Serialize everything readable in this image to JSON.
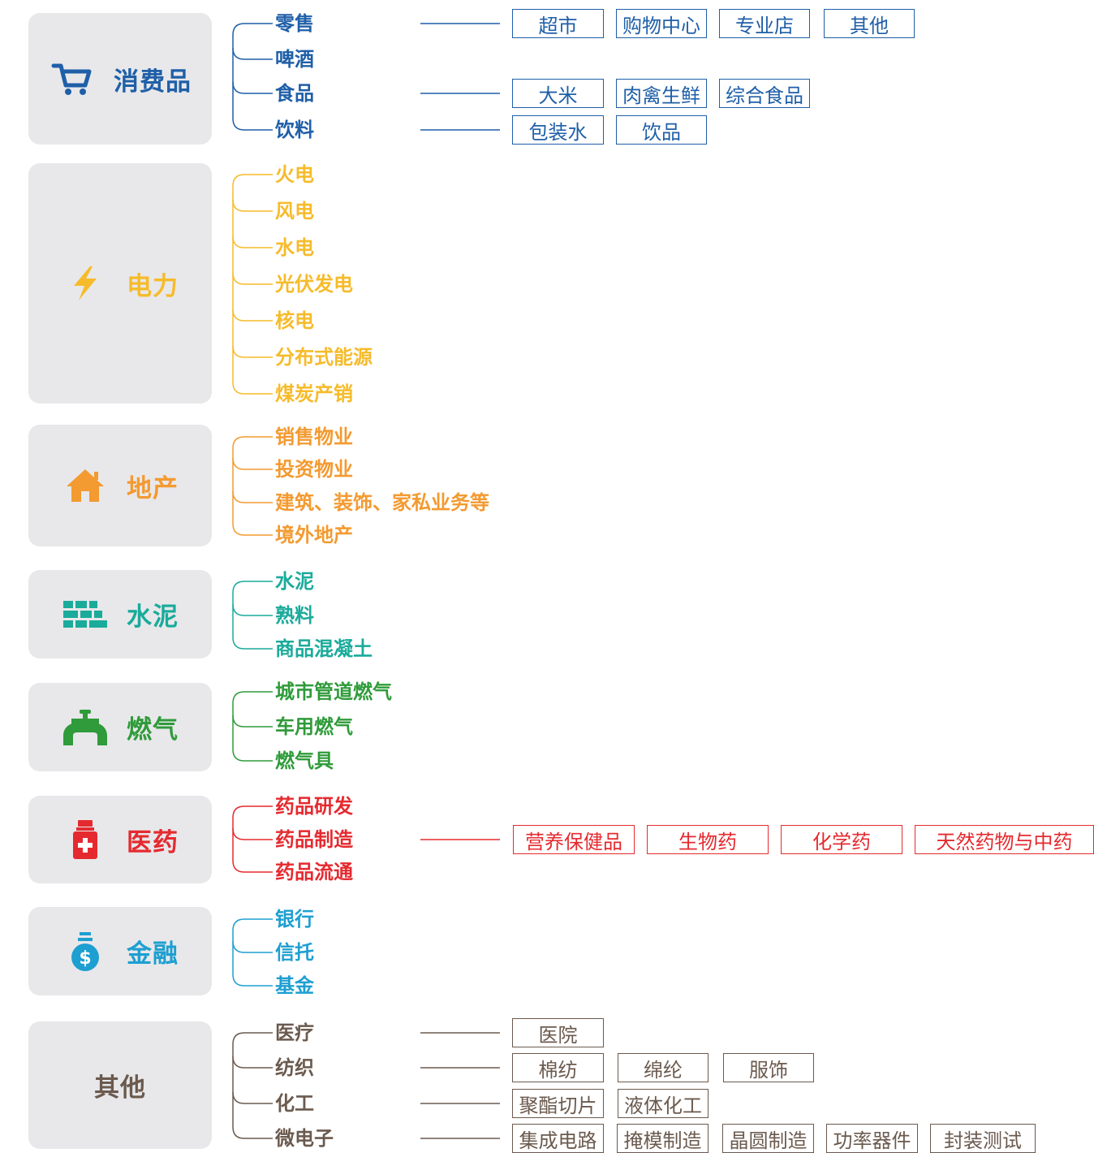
{
  "categories": [
    {
      "id": "consumer",
      "label": "消费品",
      "icon": "shopping-cart-icon",
      "color": "#1f5fa8",
      "items": [
        {
          "label": "零售",
          "leaves": [
            "超市",
            "购物中心",
            "专业店",
            "其他"
          ]
        },
        {
          "label": "啤酒",
          "leaves": []
        },
        {
          "label": "食品",
          "leaves": [
            "大米",
            "肉禽生鲜",
            "综合食品"
          ]
        },
        {
          "label": "饮料",
          "leaves": [
            "包装水",
            "饮品"
          ]
        }
      ]
    },
    {
      "id": "power",
      "label": "电力",
      "icon": "lightning-bolt-icon",
      "color": "#f6bb2a",
      "items": [
        {
          "label": "火电",
          "leaves": []
        },
        {
          "label": "风电",
          "leaves": []
        },
        {
          "label": "水电",
          "leaves": []
        },
        {
          "label": "光伏发电",
          "leaves": []
        },
        {
          "label": "核电",
          "leaves": []
        },
        {
          "label": "分布式能源",
          "leaves": []
        },
        {
          "label": "煤炭产销",
          "leaves": []
        }
      ]
    },
    {
      "id": "realestate",
      "label": "地产",
      "icon": "house-icon",
      "color": "#f39a30",
      "items": [
        {
          "label": "销售物业",
          "leaves": []
        },
        {
          "label": "投资物业",
          "leaves": []
        },
        {
          "label": "建筑、装饰、家私业务等",
          "leaves": []
        },
        {
          "label": "境外地产",
          "leaves": []
        }
      ]
    },
    {
      "id": "cement",
      "label": "水泥",
      "icon": "brick-wall-icon",
      "color": "#1aab9b",
      "items": [
        {
          "label": "水泥",
          "leaves": []
        },
        {
          "label": "熟料",
          "leaves": []
        },
        {
          "label": "商品混凝土",
          "leaves": []
        }
      ]
    },
    {
      "id": "gas",
      "label": "燃气",
      "icon": "faucet-icon",
      "color": "#2f9b3a",
      "items": [
        {
          "label": "城市管道燃气",
          "leaves": []
        },
        {
          "label": "车用燃气",
          "leaves": []
        },
        {
          "label": "燃气具",
          "leaves": []
        }
      ]
    },
    {
      "id": "pharma",
      "label": "医药",
      "icon": "medicine-bottle-icon",
      "color": "#e52a2f",
      "items": [
        {
          "label": "药品研发",
          "leaves": []
        },
        {
          "label": "药品制造",
          "leaves": [
            "营养保健品",
            "生物药",
            "化学药",
            "天然药物与中药"
          ]
        },
        {
          "label": "药品流通",
          "leaves": []
        }
      ]
    },
    {
      "id": "finance",
      "label": "金融",
      "icon": "money-bag-icon",
      "color": "#1e9fd1",
      "items": [
        {
          "label": "银行",
          "leaves": []
        },
        {
          "label": "信托",
          "leaves": []
        },
        {
          "label": "基金",
          "leaves": []
        }
      ]
    },
    {
      "id": "other",
      "label": "其他",
      "icon": "",
      "color": "#6b5a4e",
      "items": [
        {
          "label": "医疗",
          "leaves": [
            "医院"
          ]
        },
        {
          "label": "纺织",
          "leaves": [
            "棉纺",
            "绵纶",
            "服饰"
          ]
        },
        {
          "label": "化工",
          "leaves": [
            "聚酯切片",
            "液体化工"
          ]
        },
        {
          "label": "微电子",
          "leaves": [
            "集成电路",
            "掩模制造",
            "晶圆制造",
            "功率器件",
            "封装测试"
          ]
        }
      ]
    }
  ]
}
